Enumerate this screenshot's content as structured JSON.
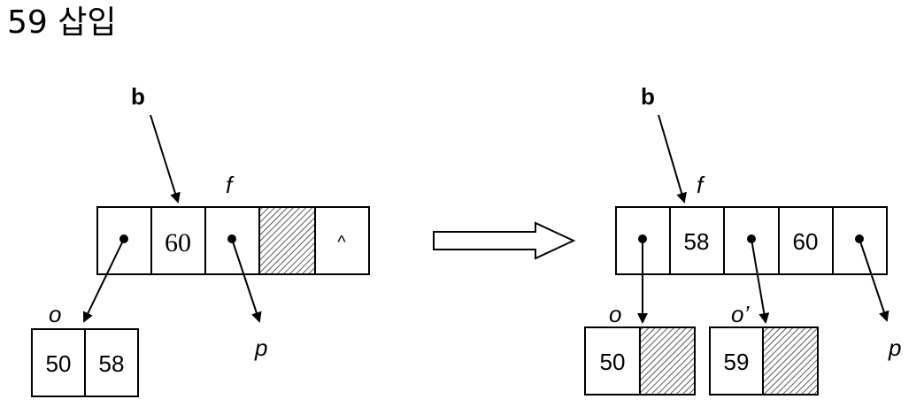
{
  "title": "59 삽입",
  "before": {
    "pointer_b": "b",
    "pointer_f": "f",
    "pointer_o": "o",
    "pointer_p": "p",
    "node_cells": [
      "•",
      "60",
      "•",
      "",
      "^"
    ],
    "leaf_cells": [
      "50",
      "58"
    ]
  },
  "after": {
    "pointer_b": "b",
    "pointer_f": "f",
    "pointer_o": "o",
    "pointer_o_prime": "o’",
    "pointer_p": "p",
    "node_cells": [
      "•",
      "58",
      "•",
      "60",
      "•"
    ],
    "leaf_o_cells": [
      "50",
      ""
    ],
    "leaf_o_prime_cells": [
      "59",
      ""
    ]
  }
}
